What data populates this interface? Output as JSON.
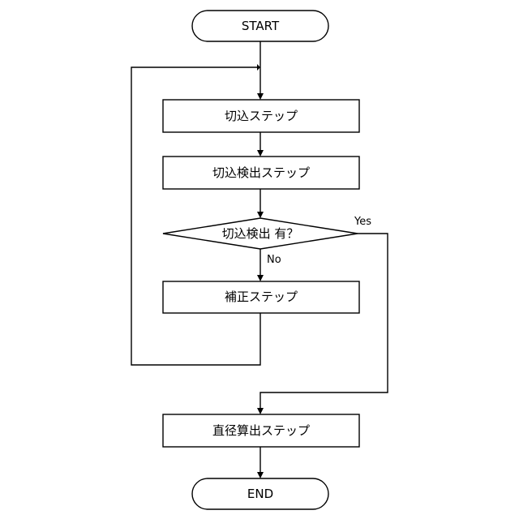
{
  "flowchart": {
    "start": "START",
    "cut_step": "切込ステップ",
    "detect_step": "切込検出ステップ",
    "decision": "切込検出 有？",
    "yes_label": "Yes",
    "no_label": "No",
    "correct_step": "補正ステップ",
    "diameter_step": "直径算出ステップ",
    "end": "END"
  }
}
